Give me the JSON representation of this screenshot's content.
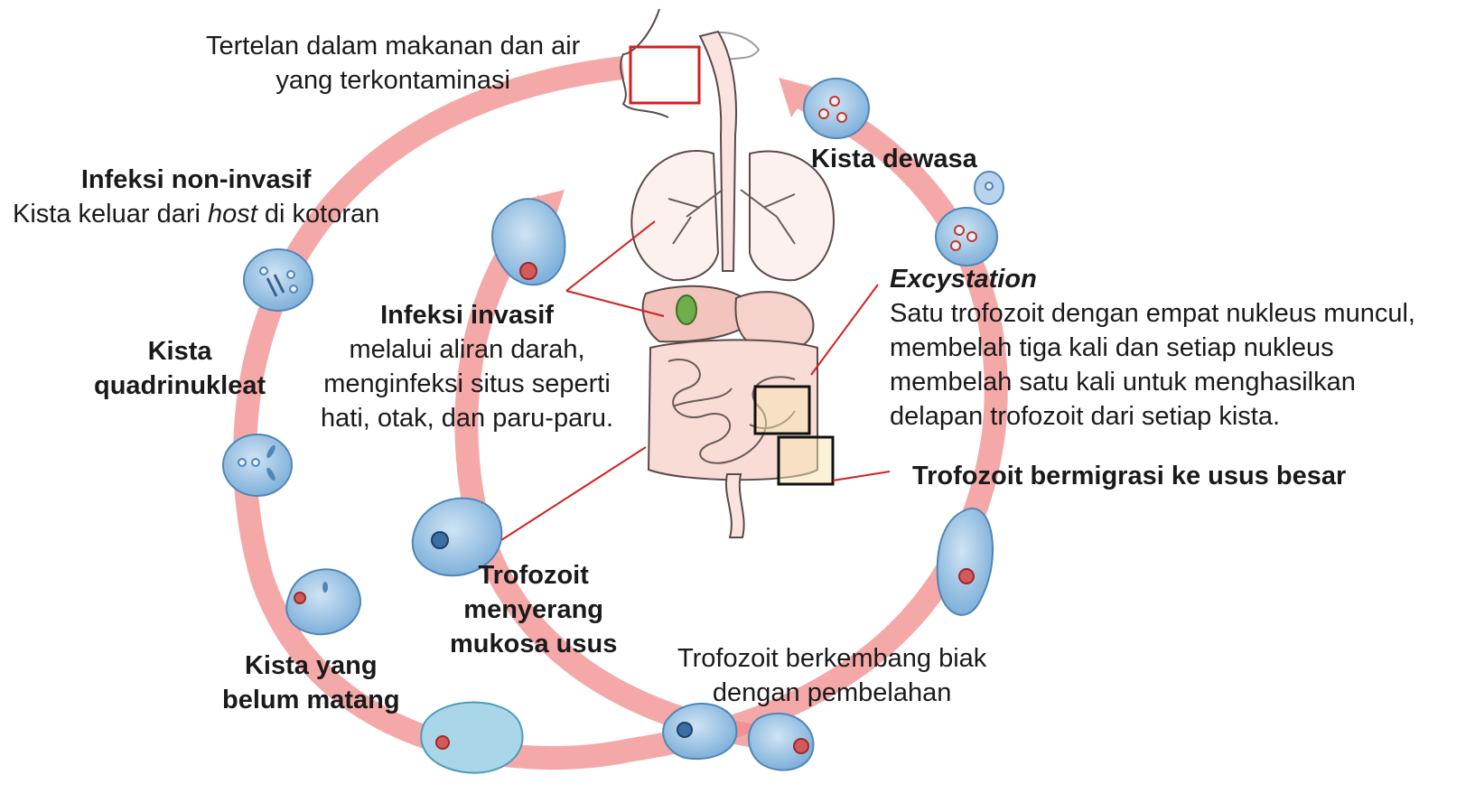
{
  "labels": {
    "ingested_line1": "Tertelan dalam makanan dan air",
    "ingested_line2": "yang terkontaminasi",
    "mature_cyst": "Kista dewasa",
    "noninvasive_title": "Infeksi non-invasif",
    "noninvasive_desc_pre": "Kista keluar dari ",
    "noninvasive_desc_italic": "host",
    "noninvasive_desc_post": " di kotoran",
    "invasive_title": "Infeksi invasif",
    "invasive_line1": "melalui aliran darah,",
    "invasive_line2": "menginfeksi situs seperti",
    "invasive_line3": "hati, otak, dan paru-paru.",
    "quadri_line1": "Kista",
    "quadri_line2": "quadrinukleat",
    "excystation_title": "Excystation",
    "excystation_line1": "Satu trofozoit dengan empat nukleus muncul,",
    "excystation_line2": "membelah tiga kali dan setiap nukleus",
    "excystation_line3": "membelah satu kali untuk menghasilkan",
    "excystation_line4": "delapan trofozoit dari setiap kista.",
    "migrate": "Trofozoit bermigrasi ke usus besar",
    "invade_line1": "Trofozoit",
    "invade_line2": "menyerang",
    "invade_line3": "mukosa usus",
    "multiply_line1": "Trofozoit berkembang biak",
    "multiply_line2": "dengan pembelahan",
    "immature_line1": "Kista yang",
    "immature_line2": "belum matang"
  },
  "colors": {
    "cycle_arrow": "#f28b8b",
    "organ_fill": "#fbe4e0",
    "organ_stroke": "#5a4a48",
    "cell_fill": "#9cc4e4",
    "cell_stroke": "#4f86b8",
    "nucleus": "#c0392b",
    "highlight_box": "#d42020",
    "detail_box": "#111111"
  }
}
